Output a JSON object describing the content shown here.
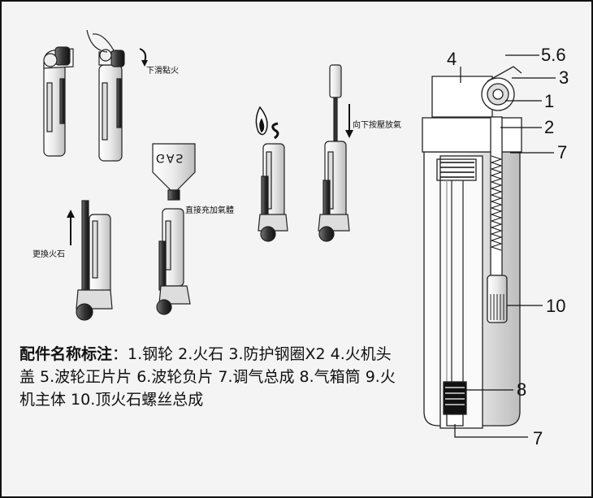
{
  "steps": {
    "ignite": "下滑點火",
    "refill": "直接充加氣體",
    "press": "向下按壓放氣",
    "flint": "更換火石",
    "gas_can": "GAS"
  },
  "callouts": [
    "4",
    "5.6",
    "3",
    "1",
    "2",
    "7",
    "10",
    "8",
    "7"
  ],
  "parts_heading": "配件名称标注",
  "parts_text": "：1.钢轮 2.火石 3.防护钢圈X2 4.火机头盖 5.波轮正片片 6.波轮负片 7.调气总成 8.气箱筒 9.火机主体 10.顶火石螺丝总成"
}
